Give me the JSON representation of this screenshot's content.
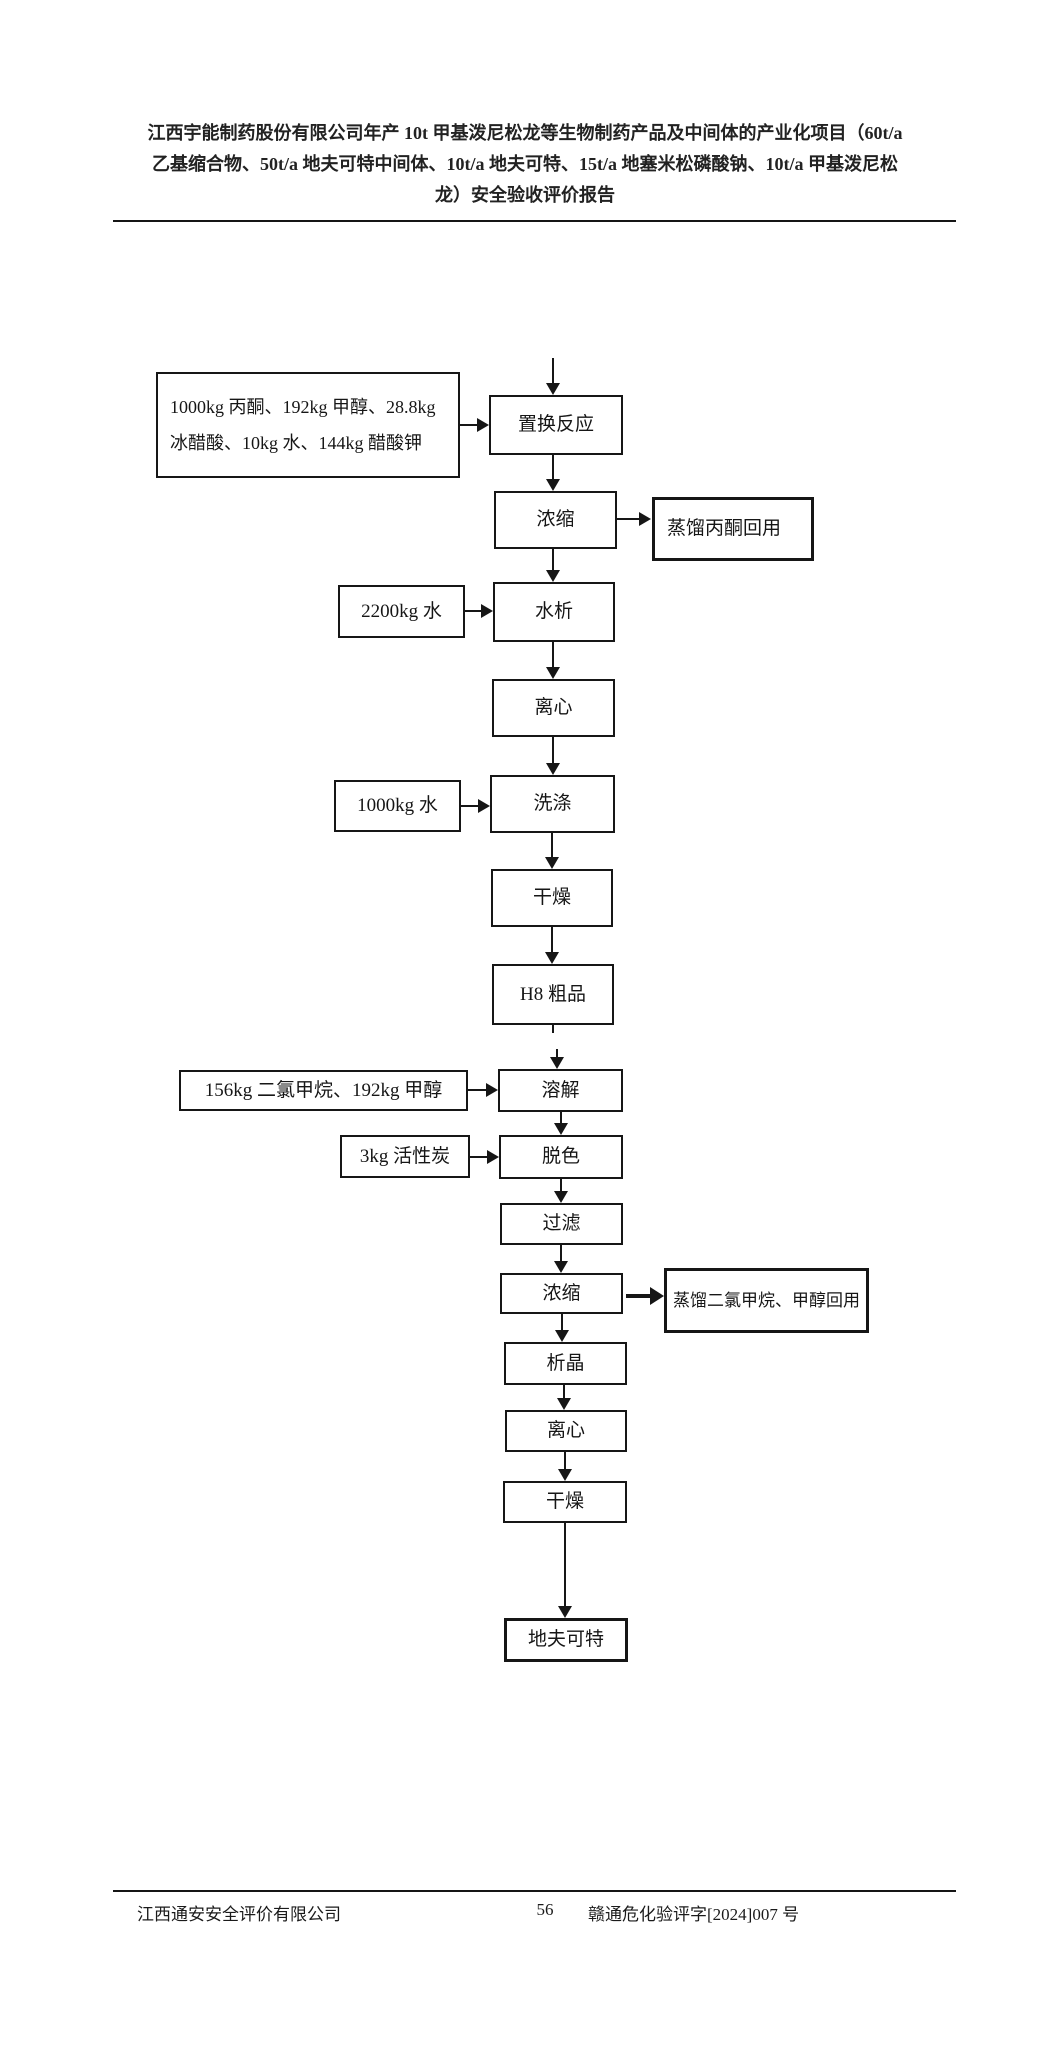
{
  "header": {
    "title_lines": [
      "江西宇能制药股份有限公司年产 10t 甲基泼尼松龙等生物制药产品及中间体的产业化项目（60t/a",
      "乙基缩合物、50t/a 地夫可特中间体、10t/a 地夫可特、15t/a 地塞米松磷酸钠、10t/a 甲基泼尼松",
      "龙）安全验收评价报告"
    ]
  },
  "flowchart": {
    "steps": [
      {
        "label": "置换反应"
      },
      {
        "label": "浓缩"
      },
      {
        "label": "水析"
      },
      {
        "label": "离心"
      },
      {
        "label": "洗涤"
      },
      {
        "label": "干燥"
      },
      {
        "label": "H8 粗品"
      },
      {
        "label": "溶解"
      },
      {
        "label": "脱色"
      },
      {
        "label": "过滤"
      },
      {
        "label": "浓缩"
      },
      {
        "label": "析晶"
      },
      {
        "label": "离心"
      },
      {
        "label": "干燥"
      },
      {
        "label": "地夫可特"
      }
    ],
    "inputs": [
      {
        "label": "1000kg 丙酮、192kg 甲醇、28.8kg 冰醋酸、10kg 水、144kg 醋酸钾",
        "target": "置换反应"
      },
      {
        "label": "2200kg 水",
        "target": "水析"
      },
      {
        "label": "1000kg 水",
        "target": "洗涤"
      },
      {
        "label": "156kg 二氯甲烷、192kg 甲醇",
        "target": "溶解"
      },
      {
        "label": "3kg 活性炭",
        "target": "脱色"
      }
    ],
    "outputs": [
      {
        "label": "蒸馏丙酮回用",
        "source": "浓缩"
      },
      {
        "label": "蒸馏二氯甲烷、甲醇回用",
        "source": "浓缩"
      }
    ]
  },
  "footer": {
    "company": "江西通安安全评价有限公司",
    "page_number": "56",
    "doc_number": "赣通危化验评字[2024]007 号"
  }
}
